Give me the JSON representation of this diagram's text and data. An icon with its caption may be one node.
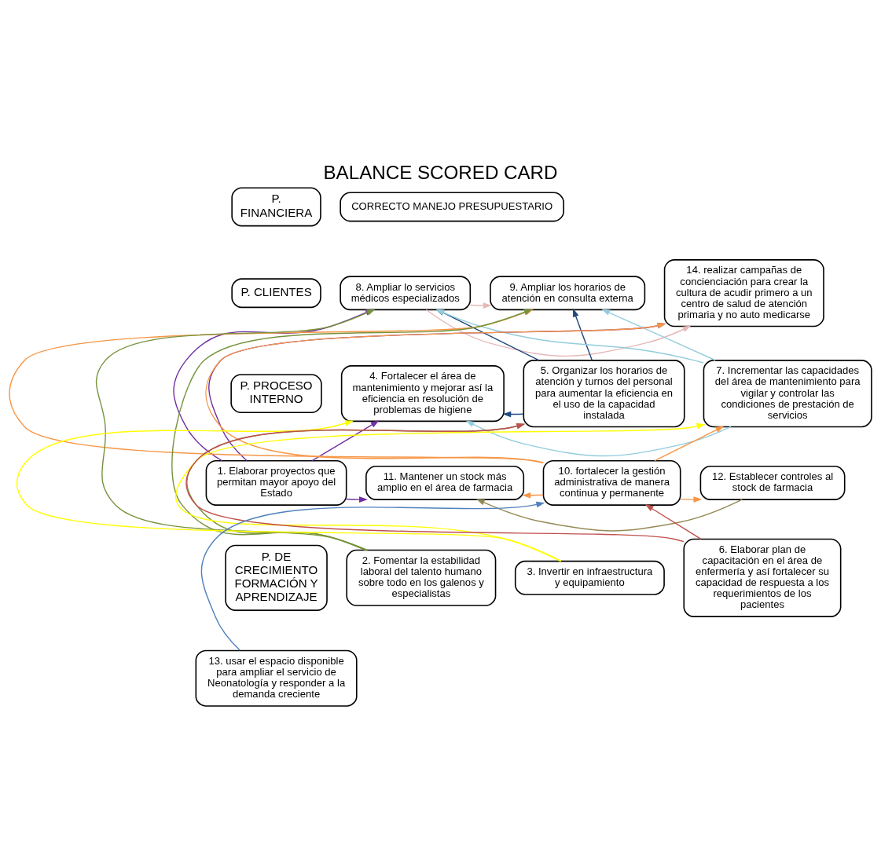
{
  "diagram": {
    "title": "BALANCE SCORED CARD",
    "nodes": [
      {
        "text": [
          "P. FINANCIERA"
        ]
      },
      {
        "text": [
          "CORRECTO MANEJO PRESUPUESTARIO"
        ]
      },
      {
        "text": [
          "P. CLIENTES"
        ]
      },
      {
        "text": [
          "8. Ampliar lo servicios médicos especializados"
        ]
      },
      {
        "text": [
          "9. Ampliar los horarios de atención en consulta externa"
        ]
      },
      {
        "text": [
          "14. realizar campañas de concienciación para crear la cultura de acudir primero a un centro de salud de atención primaria y no auto medicarse"
        ]
      },
      {
        "text": [
          "P. PROCESO INTERNO"
        ]
      },
      {
        "text": [
          "4. Fortalecer el área de mantenimiento y mejorar así la eficiencia en resolución de problemas de higiene"
        ]
      },
      {
        "text": [
          "5. Organizar los horarios de atención y turnos del personal para aumentar la eficiencia en el uso de la capacidad instalada"
        ]
      },
      {
        "text": [
          "7. Incrementar las capacidades del área de mantenimiento para vigilar y controlar las condiciones de prestación de servicios"
        ]
      },
      {
        "text": [
          "1. Elaborar proyectos que permitan mayor apoyo del Estado"
        ]
      },
      {
        "text": [
          "11. Mantener un stock más amplio en el área de farmacia"
        ]
      },
      {
        "text": [
          "10. fortalecer la gestión administrativa de manera continua y permanente"
        ]
      },
      {
        "text": [
          "12. Establecer controles al stock de farmacia"
        ]
      },
      {
        "text": [
          "P. DE CRECIMIENTO FORMACIÓN Y APRENDIZAJE"
        ]
      },
      {
        "text": [
          "2. Fomentar la estabilidad laboral del talento humano sobre todo en los galenos y especialistas"
        ]
      },
      {
        "text": [
          "3. Invertir en infraestructura y equipamiento"
        ]
      },
      {
        "text": [
          "6. Elaborar plan de capacitación en el área de enfermería y así fortalecer su capacidad de respuesta a los requerimientos de los pacientes"
        ]
      },
      {
        "text": [
          "13. usar el espacio disponible para ampliar el servicio de Neonatología y responder a la demanda creciente"
        ]
      }
    ],
    "edges": [
      {
        "from": 10,
        "to": 3,
        "arrow": "to",
        "color": "#7030a0"
      },
      {
        "from": 10,
        "to": 5,
        "arrow": "to",
        "color": "#7030a0"
      },
      {
        "from": 10,
        "to": 7,
        "arrow": "to",
        "color": "#7030a0"
      },
      {
        "from": 10,
        "to": 11,
        "arrow": "to",
        "color": "#7030a0"
      },
      {
        "from": 15,
        "to": 3,
        "arrow": "to",
        "color": "#77933c"
      },
      {
        "from": 15,
        "to": 4,
        "arrow": "to",
        "color": "#77933c"
      },
      {
        "from": 15,
        "to": 8,
        "arrow": "to",
        "color": "#77933c"
      },
      {
        "from": 13,
        "to": 11,
        "arrow": "to",
        "color": "#948a54"
      },
      {
        "from": 3,
        "to": 4,
        "arrow": "to",
        "color": "#e6b9b8"
      },
      {
        "from": 3,
        "to": 5,
        "arrow": "to",
        "color": "#e6b9b8"
      },
      {
        "from": 12,
        "to": 4,
        "arrow": "to",
        "color": "#f79646"
      },
      {
        "from": 12,
        "to": 11,
        "arrow": "to",
        "color": "#f79646"
      },
      {
        "from": 12,
        "to": 13,
        "arrow": "to",
        "color": "#f79646"
      },
      {
        "from": 12,
        "to": 9,
        "arrow": "to",
        "color": "#f79646"
      },
      {
        "from": 12,
        "to": 5,
        "arrow": "to",
        "color": "#f79646"
      },
      {
        "from": 8,
        "to": 4,
        "arrow": "to",
        "color": "#1f497d"
      },
      {
        "from": 8,
        "to": 3,
        "arrow": "to",
        "color": "#1f497d"
      },
      {
        "from": 8,
        "to": 7,
        "arrow": "to",
        "color": "#1f497d"
      },
      {
        "from": 9,
        "to": 3,
        "arrow": "to",
        "color": "#93cddd"
      },
      {
        "from": 9,
        "to": 4,
        "arrow": "to",
        "color": "#93cddd"
      },
      {
        "from": 9,
        "to": 7,
        "arrow": "to",
        "color": "#93cddd"
      },
      {
        "from": 16,
        "to": 7,
        "arrow": "to",
        "color": "#ffff00"
      },
      {
        "from": 16,
        "to": 9,
        "arrow": "to",
        "color": "#ffff00"
      },
      {
        "from": 17,
        "to": 8,
        "arrow": "to",
        "color": "#c0504d"
      },
      {
        "from": 17,
        "to": 12,
        "arrow": "to",
        "color": "#c0504d"
      },
      {
        "from": 18,
        "to": 12,
        "arrow": "to",
        "color": "#4f81bd"
      }
    ]
  }
}
